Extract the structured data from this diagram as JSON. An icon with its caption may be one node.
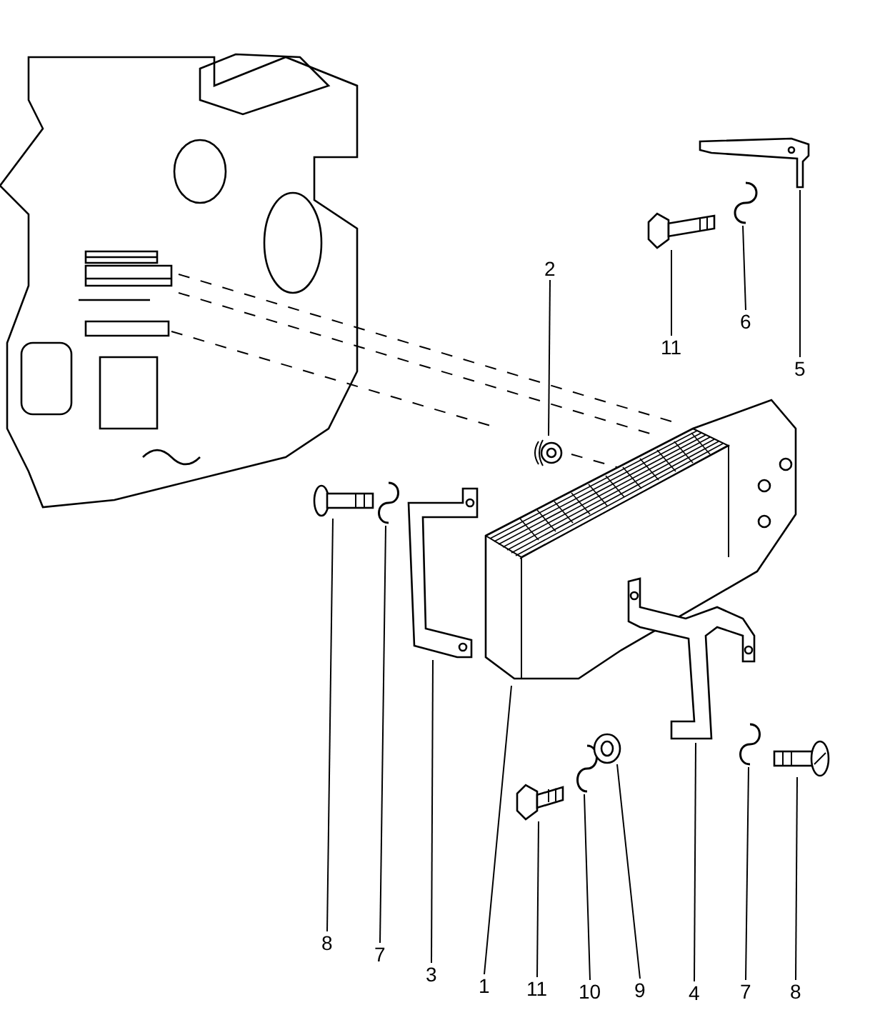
{
  "diagram": {
    "nodes": [
      {
        "text": [
          "2"
        ]
      },
      {
        "text": [],
        "shape": "picture"
      },
      {
        "text": [
          "5"
        ]
      },
      {
        "text": [],
        "shape": "picture"
      },
      {
        "text": [
          "6"
        ]
      },
      {
        "text": [],
        "shape": "picture"
      },
      {
        "text": [
          "11"
        ]
      },
      {
        "text": [],
        "shape": "picture"
      },
      {
        "text": [
          "8"
        ]
      },
      {
        "text": [],
        "shape": "picture"
      },
      {
        "text": [
          "7"
        ]
      },
      {
        "text": [],
        "shape": "picture"
      },
      {
        "text": [
          "3"
        ]
      },
      {
        "text": [],
        "shape": "picture"
      },
      {
        "text": [
          "1"
        ]
      },
      {
        "text": [],
        "shape": "picture"
      },
      {
        "text": [
          "11"
        ]
      },
      {
        "text": [],
        "shape": "picture"
      },
      {
        "text": [
          "10"
        ]
      },
      {
        "text": [],
        "shape": "picture"
      },
      {
        "text": [
          "9"
        ]
      },
      {
        "text": [],
        "shape": "picture"
      },
      {
        "text": [
          "4"
        ]
      },
      {
        "text": [],
        "shape": "picture"
      },
      {
        "text": [
          "7"
        ]
      },
      {
        "text": [],
        "shape": "picture"
      },
      {
        "text": [
          "8"
        ]
      },
      {
        "text": [],
        "shape": "picture"
      }
    ],
    "edges": [
      {
        "from": 0,
        "to": 1,
        "arrow": "none"
      },
      {
        "from": 2,
        "to": 3,
        "arrow": "none"
      },
      {
        "from": 4,
        "to": 5,
        "arrow": "none"
      },
      {
        "from": 6,
        "to": 7,
        "arrow": "none"
      },
      {
        "from": 8,
        "to": 9,
        "arrow": "none"
      },
      {
        "from": 10,
        "to": 11,
        "arrow": "none"
      },
      {
        "from": 12,
        "to": 13,
        "arrow": "none"
      },
      {
        "from": 14,
        "to": 15,
        "arrow": "none"
      },
      {
        "from": 16,
        "to": 17,
        "arrow": "none"
      },
      {
        "from": 18,
        "to": 19,
        "arrow": "none"
      },
      {
        "from": 20,
        "to": 21,
        "arrow": "none"
      },
      {
        "from": 22,
        "to": 23,
        "arrow": "none"
      },
      {
        "from": 24,
        "to": 25,
        "arrow": "none"
      },
      {
        "from": 26,
        "to": 27,
        "arrow": "none"
      }
    ]
  }
}
